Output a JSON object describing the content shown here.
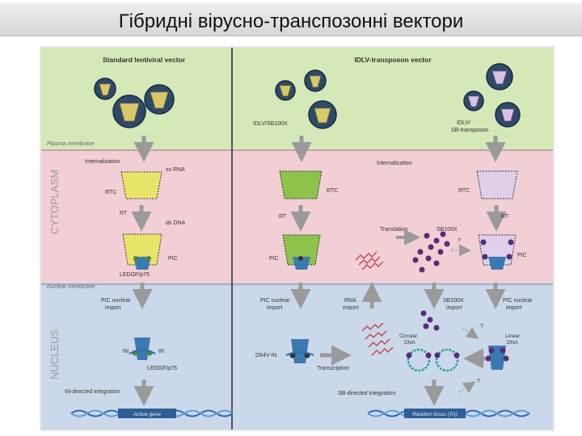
{
  "slide": {
    "title": "Гібридні вірусно-транспозонні вектори"
  },
  "left_panel": {
    "title": "Standard lentiviral vector",
    "internalization": "Internalization",
    "ssrna": "ss RNA",
    "rtc": "RTC",
    "rt": "RT",
    "dsdna": "ds DNA",
    "pic": "PIC",
    "ledgf": "LEDGF/p75",
    "pic_import_1": "PIC nuclear",
    "pic_import_2": "import",
    "in_left": "IN",
    "in_right": "IN",
    "ledgf2": "LEDGF/p75",
    "integration": "IN-directed integration",
    "gene": "Active gene"
  },
  "right_panel": {
    "title": "IDLV-transposon vector",
    "idlv_sb": "IDLV/SB100X",
    "idlv_tr_1": "IDLV/",
    "idlv_tr_2": "SB-transposon",
    "internalization": "Internalization",
    "rtc_a": "RTC",
    "rtc_b": "RTC",
    "rt_a": "RT",
    "rt_b": "RT",
    "translation": "Translation",
    "sb100x": "SB100X",
    "q1": "?",
    "pic_a": "PIC",
    "pic_b": "PIC",
    "pic_import_a1": "PIC nuclear",
    "pic_import_a2": "import",
    "rna_export_1": "RNA",
    "rna_export_2": "export",
    "sb_import_1": "SB100X",
    "sb_import_2": "import",
    "pic_import_b1": "PIC nuclear",
    "pic_import_b2": "import",
    "q2": "?",
    "circular_1": "Circular",
    "circular_2": "DNA",
    "linear_1": "Linear",
    "linear_2": "DNA",
    "d64v": "D64V-IN",
    "transcription": "Transcription",
    "q3": "?",
    "integration": "SB-directed integration",
    "random": "Random locus (TA)"
  },
  "zones": {
    "plasma": "Plasma membrane",
    "nuclear": "Nuclear membrane",
    "cytoplasm": "CYTOPLASM",
    "nucleus": "NUCLEUS"
  }
}
